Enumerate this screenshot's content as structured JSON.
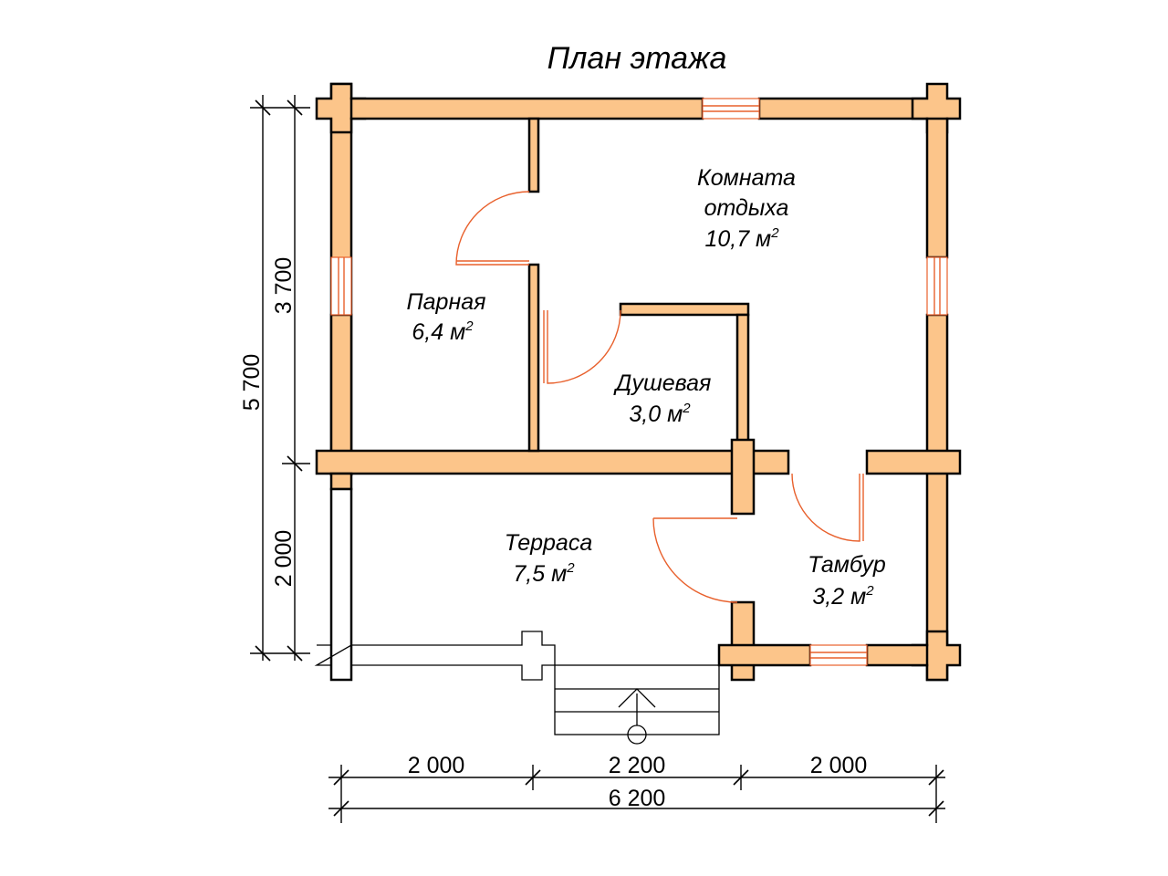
{
  "title": "План этажа",
  "rooms": {
    "rest": {
      "name_line1": "Комната",
      "name_line2": "отдыха",
      "area": "10,7 м",
      "sup": "2"
    },
    "steam": {
      "name": "Парная",
      "area": "6,4 м",
      "sup": "2"
    },
    "shower": {
      "name": "Душевая",
      "area": "3,0 м",
      "sup": "2"
    },
    "terrace": {
      "name": "Терраса",
      "area": "7,5 м",
      "sup": "2"
    },
    "vestibule": {
      "name": "Тамбур",
      "area": "3,2 м",
      "sup": "2"
    }
  },
  "dimensions": {
    "bottom": [
      "2 000",
      "2 200",
      "2 000"
    ],
    "total_width": "6 200",
    "left_upper": "3 700",
    "left_lower": "2 000",
    "total_height": "5 700"
  },
  "colors": {
    "wall": "#fcc58a",
    "door": "#e8602c",
    "line": "#000000"
  }
}
